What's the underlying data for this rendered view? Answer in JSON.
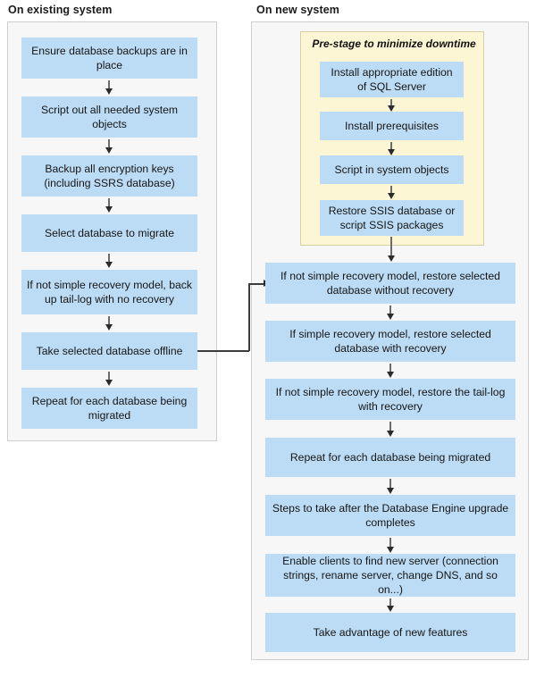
{
  "headings": {
    "existing": "On existing system",
    "new": "On new system"
  },
  "prestage": {
    "title": "Pre-stage to minimize downtime",
    "steps": [
      "Install appropriate edition of SQL Server",
      "Install prerequisites",
      "Script in system objects",
      "Restore SSIS database or script SSIS packages"
    ]
  },
  "existing_system_steps": [
    "Ensure database backups are in place",
    "Script out all needed system objects",
    "Backup all encryption keys (including SSRS database)",
    "Select database to migrate",
    "If not simple recovery model, back up tail-log with no recovery",
    "Take selected database offline",
    "Repeat for each database being migrated"
  ],
  "new_system_steps": [
    "If not simple recovery model, restore selected database without recovery",
    "If simple recovery model, restore selected database with recovery",
    "If not simple recovery model, restore the tail-log with recovery",
    "Repeat for each database being migrated",
    "Steps to take after the Database Engine upgrade completes",
    "Enable clients to find new server (connection strings, rename server, change DNS, and so on...)",
    "Take advantage of new features"
  ],
  "colors": {
    "process_box": "#bcdcf5",
    "prestage_group": "#fcf6d5",
    "prestage_border": "#d8cfa5",
    "panel_background": "#f7f7f7",
    "panel_border": "#cfcfcf",
    "arrow": "#2b2b2b",
    "text": "#161616"
  }
}
